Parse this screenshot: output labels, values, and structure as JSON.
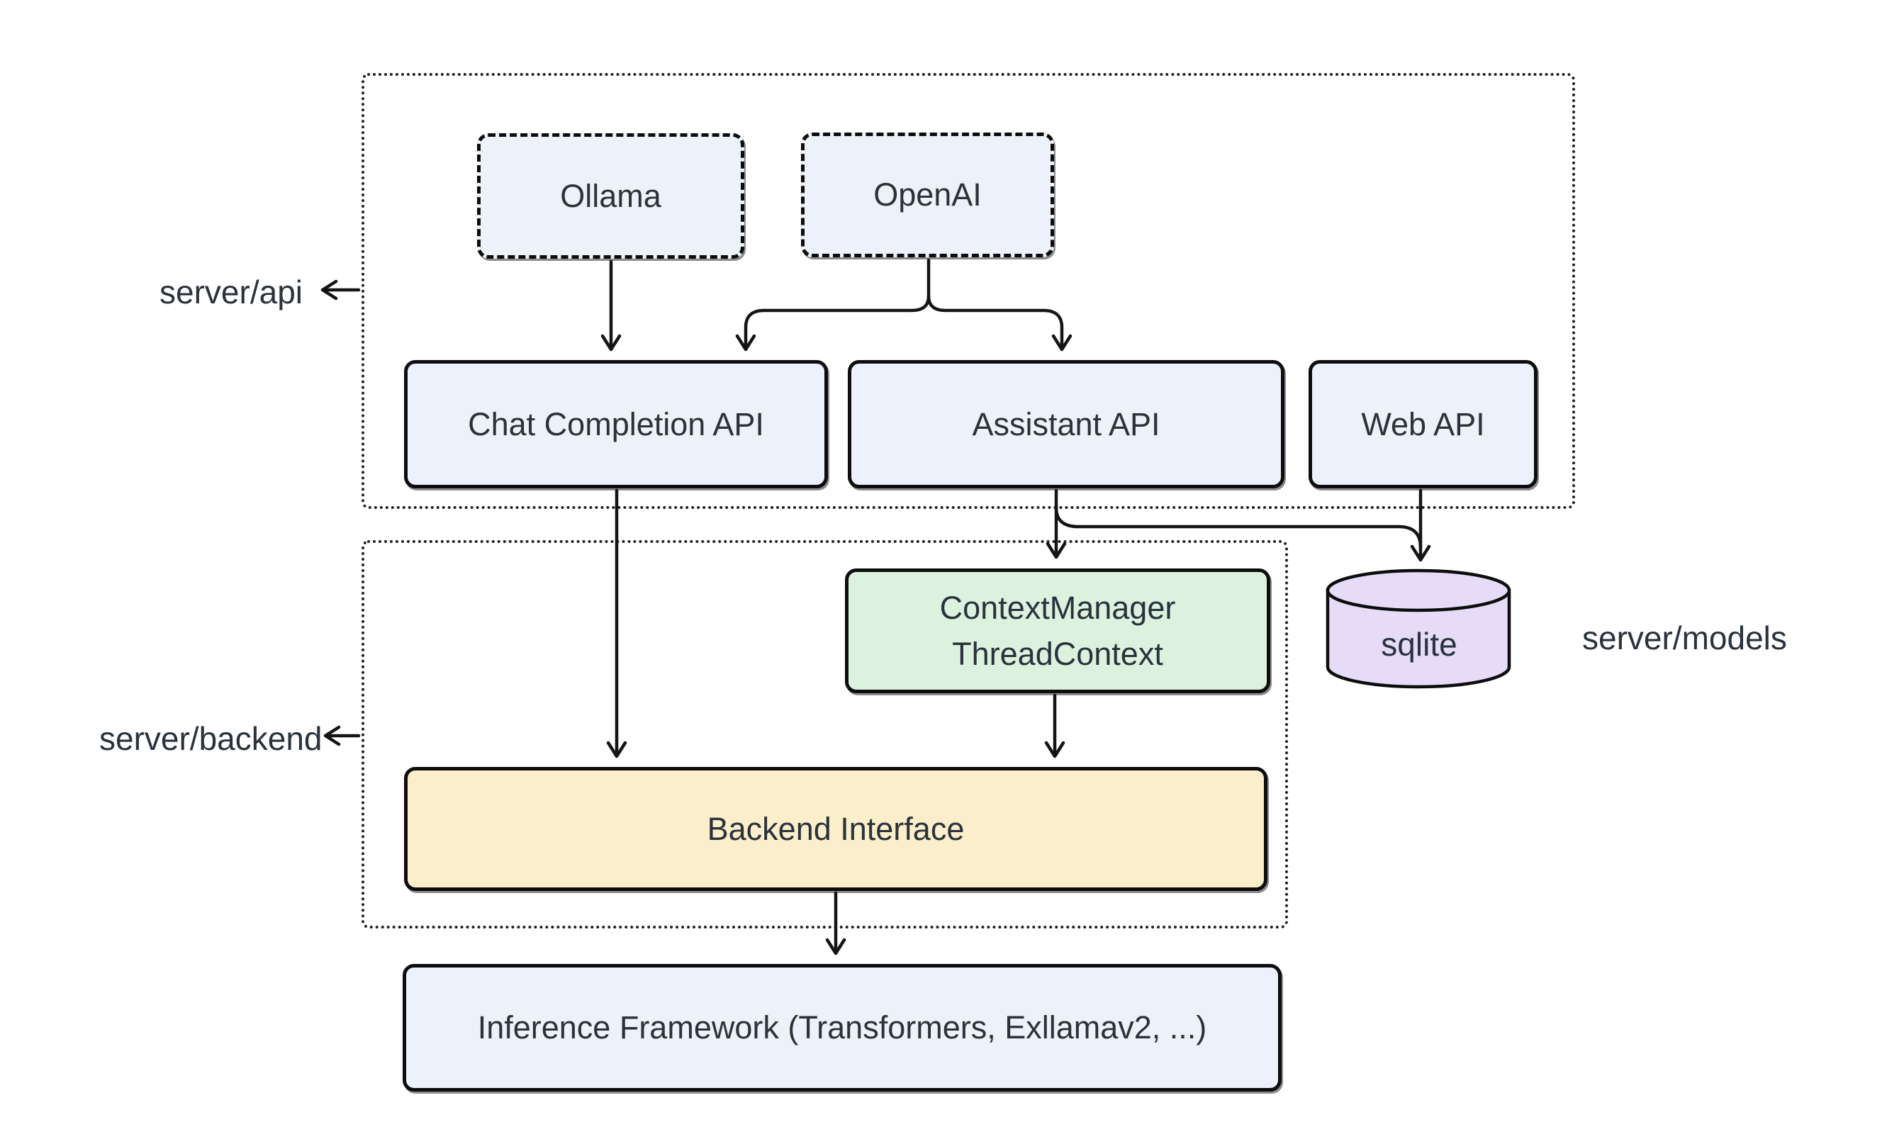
{
  "section_labels": {
    "api": "server/api",
    "backend": "server/backend",
    "models": "server/models"
  },
  "nodes": {
    "ollama": {
      "label": "Ollama",
      "fill": "#ECF1FB",
      "border_style": "dashed"
    },
    "openai": {
      "label": "OpenAI",
      "fill": "#ECF1FB",
      "border_style": "dashed"
    },
    "chat_completion_api": {
      "label": "Chat Completion API",
      "fill": "#ECF1FB",
      "border_style": "solid"
    },
    "assistant_api": {
      "label": "Assistant API",
      "fill": "#ECF1FB",
      "border_style": "solid"
    },
    "web_api": {
      "label": "Web API",
      "fill": "#ECF1FB",
      "border_style": "solid"
    },
    "context_manager": {
      "label_line1": "ContextManager",
      "label_line2": "ThreadContext",
      "fill": "#DCF2DF",
      "border_style": "solid"
    },
    "backend_interface": {
      "label": "Backend Interface",
      "fill": "#FBEECA",
      "border_style": "solid"
    },
    "inference_framework": {
      "label": "Inference Framework (Transformers, Exllamav2, ...)",
      "fill": "#ECF1FB",
      "border_style": "solid"
    },
    "sqlite": {
      "label": "sqlite",
      "fill": "#E6DCF8",
      "shape": "cylinder"
    }
  },
  "edges": [
    {
      "from": "Ollama",
      "to": "Chat Completion API"
    },
    {
      "from": "OpenAI",
      "to": "Chat Completion API"
    },
    {
      "from": "OpenAI",
      "to": "Assistant API"
    },
    {
      "from": "Chat Completion API",
      "to": "Backend Interface"
    },
    {
      "from": "Assistant API",
      "to": "ContextManager ThreadContext"
    },
    {
      "from": "Assistant API",
      "to": "sqlite"
    },
    {
      "from": "Web API",
      "to": "sqlite"
    },
    {
      "from": "ContextManager ThreadContext",
      "to": "Backend Interface"
    },
    {
      "from": "Backend Interface",
      "to": "Inference Framework (Transformers, Exllamav2, ...)"
    }
  ],
  "colors": {
    "node_blue": "#ECF1FB",
    "node_green": "#DCF2DF",
    "node_yellow": "#FBEECA",
    "node_purple": "#E6DCF8",
    "stroke": "#141414",
    "text": "#2A323C",
    "background": "#FFFFFF"
  }
}
